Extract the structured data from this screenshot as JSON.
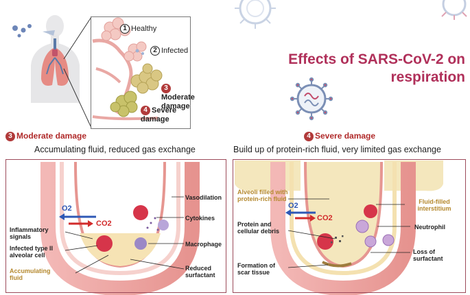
{
  "title": "Effects of SARS-CoV-2 on respiration",
  "stages": {
    "healthy": {
      "num": "1",
      "label": "Healthy"
    },
    "infected": {
      "num": "2",
      "label": "Infected"
    },
    "moderate": {
      "num": "3",
      "label": "Moderate damage"
    },
    "severe": {
      "num": "4",
      "label": "Severe damage"
    }
  },
  "moderate_panel": {
    "num": "3",
    "heading": "Moderate damage",
    "subtitle": "Accumulating fluid, reduced gas exchange",
    "o2": "O2",
    "co2": "CO2",
    "labels": {
      "vasodilation": "Vasodilation",
      "cytokines": "Cytokines",
      "inflammatory": "Inflammatory signals",
      "macrophage": "Macrophage",
      "infected_cell": "Infected type II alveolar cell",
      "accumulating": "Accumulating fluid",
      "reduced_surf": "Reduced surfactant"
    }
  },
  "severe_panel": {
    "num": "4",
    "heading": "Severe damage",
    "subtitle": "Build up of protein-rich fluid, very limited gas exchange",
    "o2": "O2",
    "co2": "CO2",
    "labels": {
      "alveoli_filled": "Alveoli filled with protein-rich fluid",
      "interstitium": "Fluid-filled interstitium",
      "protein_debris": "Protein and cellular debris",
      "neutrophil": "Neutrophil",
      "loss_surf": "Loss of surfactant",
      "scar": "Formation of scar tissue"
    }
  },
  "colors": {
    "title": "#b0305a",
    "badge": "#b13a3a",
    "gold": "#b5892f",
    "o2": "#2f58b5",
    "co2": "#d22b2b"
  }
}
